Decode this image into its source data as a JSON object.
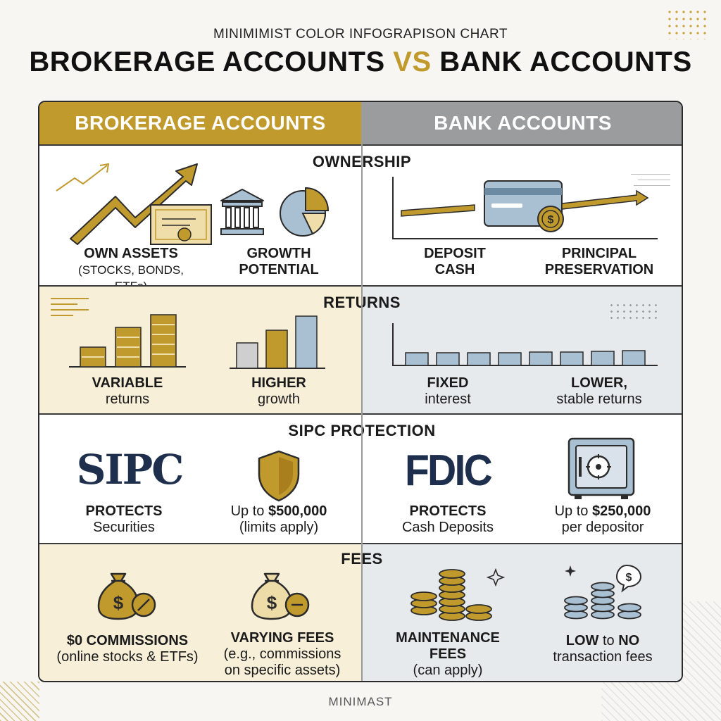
{
  "header": {
    "subtitle": "MINIMIMIST COLOR INFOGRAPISON CHART",
    "title_left": "BROKERAGE ACCOUNTS",
    "title_vs": "VS",
    "title_right": "BANK ACCOUNTS"
  },
  "columns": {
    "left": "BROKERAGE ACCOUNTS",
    "right": "BANK ACCOUNTS"
  },
  "colors": {
    "gold": "#c19a2e",
    "gray": "#9a9c9e",
    "navy": "#1e2f4d",
    "steel": "#a9bfd2"
  },
  "rows": {
    "ownership": {
      "title": "OWNERSHIP",
      "items": [
        {
          "bold": "OWN ASSETS",
          "sub": "(STOCKS, BONDS, ETFs)",
          "icon": "growth-arrow-certificate-icon"
        },
        {
          "bold": "GROWTH",
          "bold2": "POTENTIAL",
          "icon": "bank-building-icon"
        },
        {
          "bold": "DEPOSIT",
          "bold2": "CASH",
          "icon": "credit-card-deposit-icon"
        },
        {
          "bold": "PRINCIPAL",
          "bold2": "PRESERVATION",
          "icon": "coin-icon"
        }
      ]
    },
    "returns": {
      "title": "RETURNS",
      "items": [
        {
          "bold": "VARIABLE",
          "sub": "returns",
          "icon": "stacked-bars-icon"
        },
        {
          "bold": "HIGHER",
          "sub": "growth",
          "icon": "rising-bars-icon"
        },
        {
          "bold": "FIXED",
          "sub": "interest",
          "icon": "flat-bars-icon"
        },
        {
          "bold": "LOWER,",
          "sub": "stable returns",
          "icon": "flat-bars-icon"
        }
      ]
    },
    "protection": {
      "title": "SIPC PROTECTION",
      "items": [
        {
          "logo": "SIPC",
          "bold": "PROTECTS",
          "sub": "Securities"
        },
        {
          "line1_pre": "Up to ",
          "line1_amt": "$500,000",
          "sub": "(limits apply)",
          "icon": "shield-icon"
        },
        {
          "logo": "FDIC",
          "bold": "PROTECTS",
          "sub": "Cash Deposits"
        },
        {
          "line1_pre": "Up to ",
          "line1_amt": "$250,000",
          "sub": "per depositor",
          "icon": "safe-vault-icon"
        }
      ]
    },
    "fees": {
      "title": "FEES",
      "items": [
        {
          "bold": "$0 COMMISSIONS",
          "sub": "(online stocks & ETFs)",
          "icon": "money-bag-no-icon"
        },
        {
          "bold": "VARYING FEES",
          "sub": "(e.g., commissions",
          "sub2": "on specific assets)",
          "icon": "money-bag-minus-icon"
        },
        {
          "bold": "MAINTENANCE",
          "bold2": "FEES",
          "sub": "(can apply)",
          "icon": "coin-stacks-icon"
        },
        {
          "bold_pre": "LOW",
          "mid": " to ",
          "bold_post": "NO",
          "sub": "transaction fees",
          "icon": "coin-stacks-dollar-icon"
        }
      ]
    }
  },
  "footer": "MINIMAST"
}
